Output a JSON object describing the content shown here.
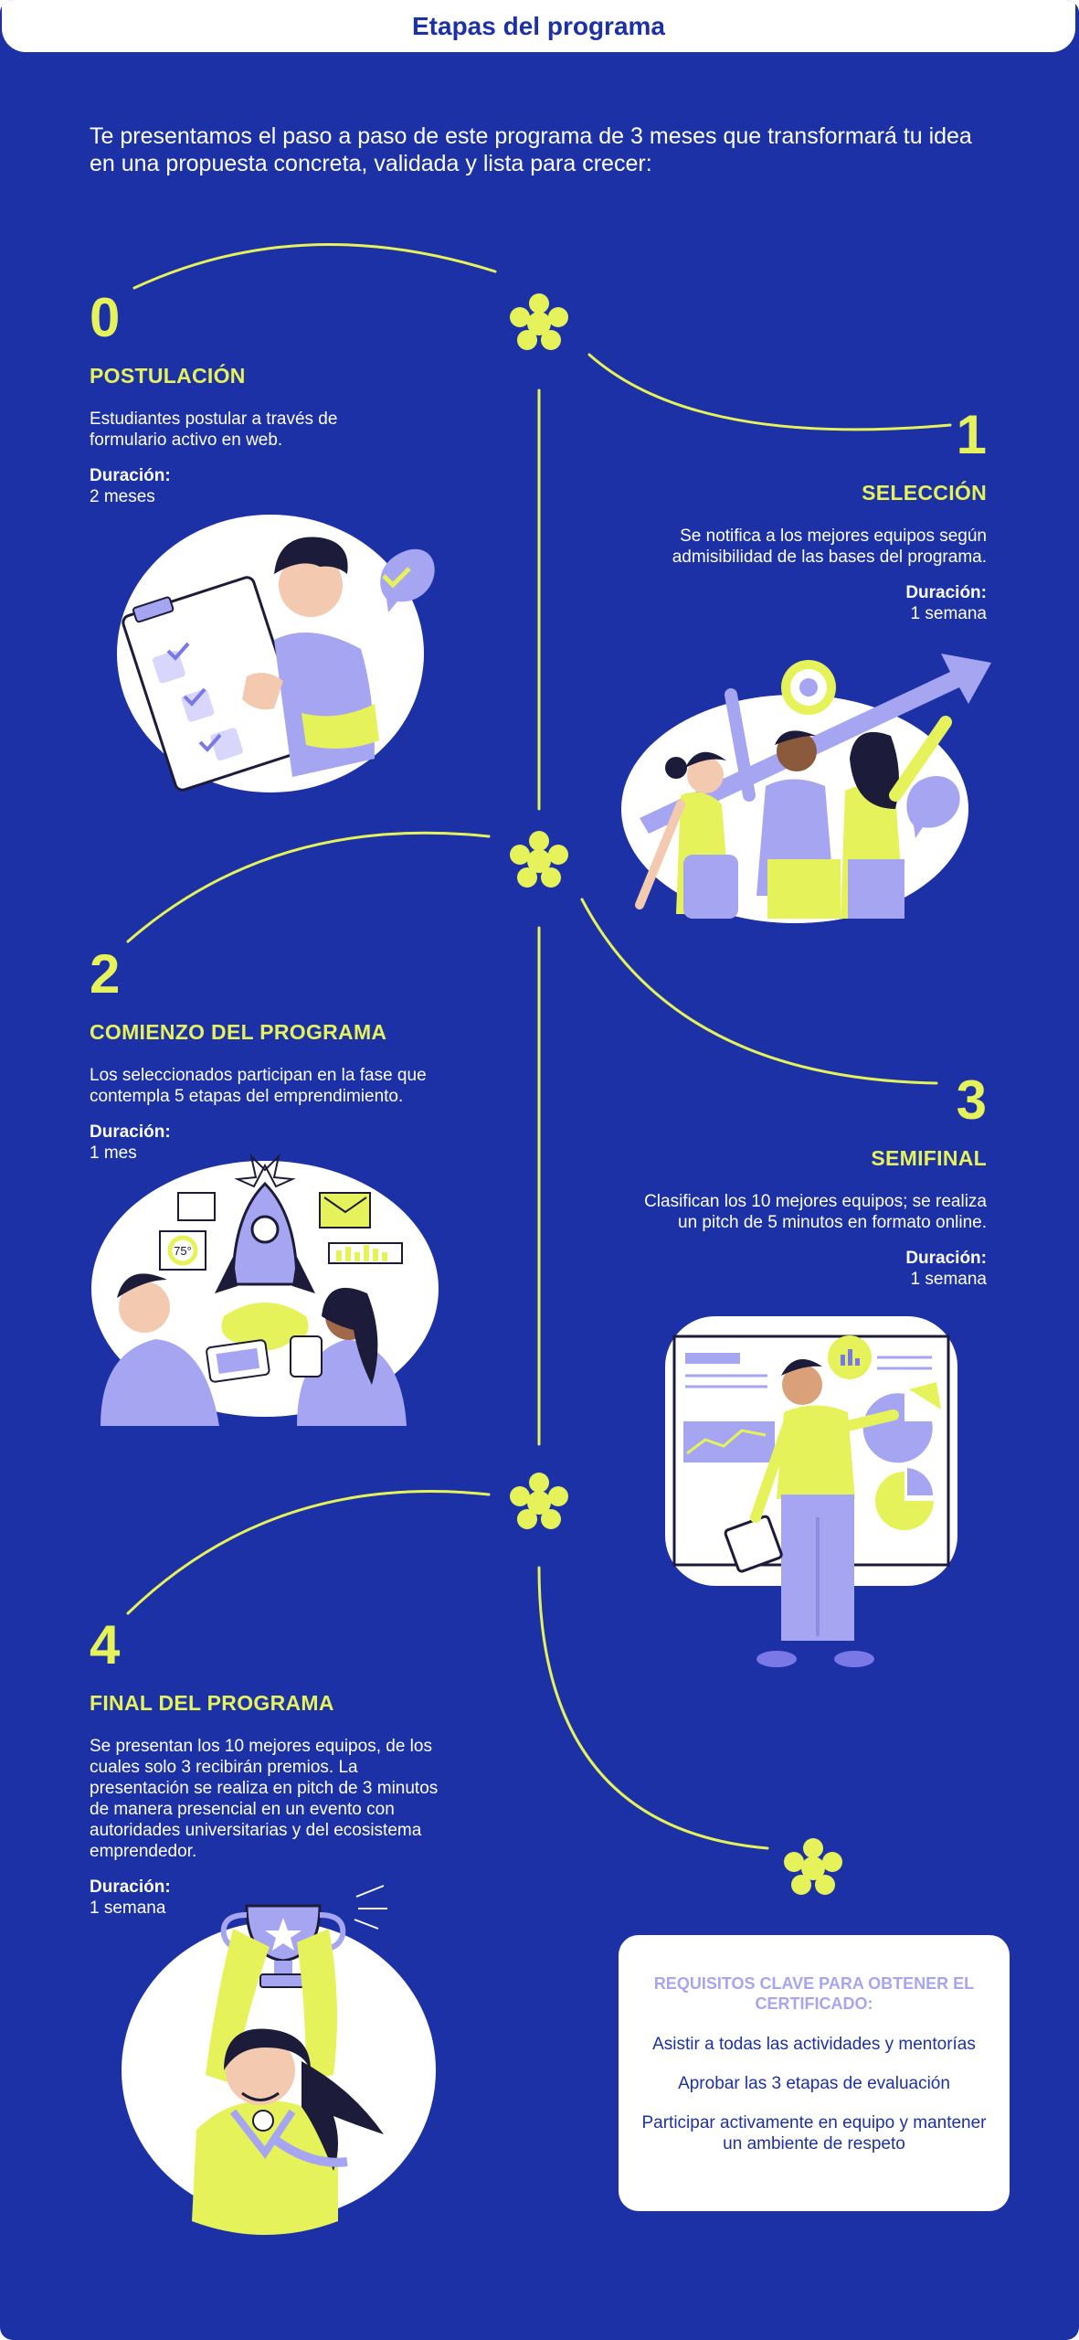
{
  "header": {
    "title": "Etapas del programa"
  },
  "intro": "Te presentamos el paso a paso de este programa de 3 meses que transformará tu idea en una propuesta concreta, validada y lista para crecer:",
  "stages": [
    {
      "number": "0",
      "title": "POSTULACIÓN",
      "description": "Estudiantes postular a través de formulario activo en web.",
      "duration_label": "Duración:",
      "duration": "2 meses"
    },
    {
      "number": "1",
      "title": "SELECCIÓN",
      "description": "Se notifica a los mejores equipos según admisibilidad de las bases del programa.",
      "duration_label": "Duración:",
      "duration": "1 semana"
    },
    {
      "number": "2",
      "title": "COMIENZO DEL PROGRAMA",
      "description": "Los seleccionados participan en la fase que contempla 5 etapas del emprendimiento.",
      "duration_label": "Duración:",
      "duration": "1 mes"
    },
    {
      "number": "3",
      "title": "SEMIFINAL",
      "description": "Clasifican los 10 mejores equipos; se realiza un pitch de 5 minutos en formato online.",
      "duration_label": "Duración:",
      "duration": "1 semana"
    },
    {
      "number": "4",
      "title": "FINAL DEL PROGRAMA",
      "description": "Se presentan los 10 mejores equipos, de los cuales solo 3 recibirán premios. La presentación se realiza en pitch de 3 minutos de manera presencial en un evento con autoridades universitarias y del ecosistema emprendedor.",
      "duration_label": "Duración:",
      "duration": "1 semana"
    }
  ],
  "requirements": {
    "title": "REQUISITOS CLAVE PARA OBTENER EL CERTIFICADO:",
    "items": [
      "Asistir a todas las actividades y mentorías",
      "Aprobar las 3 etapas de evaluación",
      "Participar activamente en equipo y mantener un ambiente de respeto"
    ]
  },
  "illustrations": {
    "stage0": "person-checklist-illustration",
    "stage1": "team-celebrating-target-illustration",
    "stage2": "rocket-launch-team-illustration",
    "stage3": "presenter-charts-illustration",
    "stage4": "trophy-winner-illustration"
  },
  "colors": {
    "background": "#1c31a5",
    "accent": "#e6f25a",
    "lavender": "#a6a5f2",
    "white": "#ffffff"
  },
  "stage_label_badge": "75°"
}
